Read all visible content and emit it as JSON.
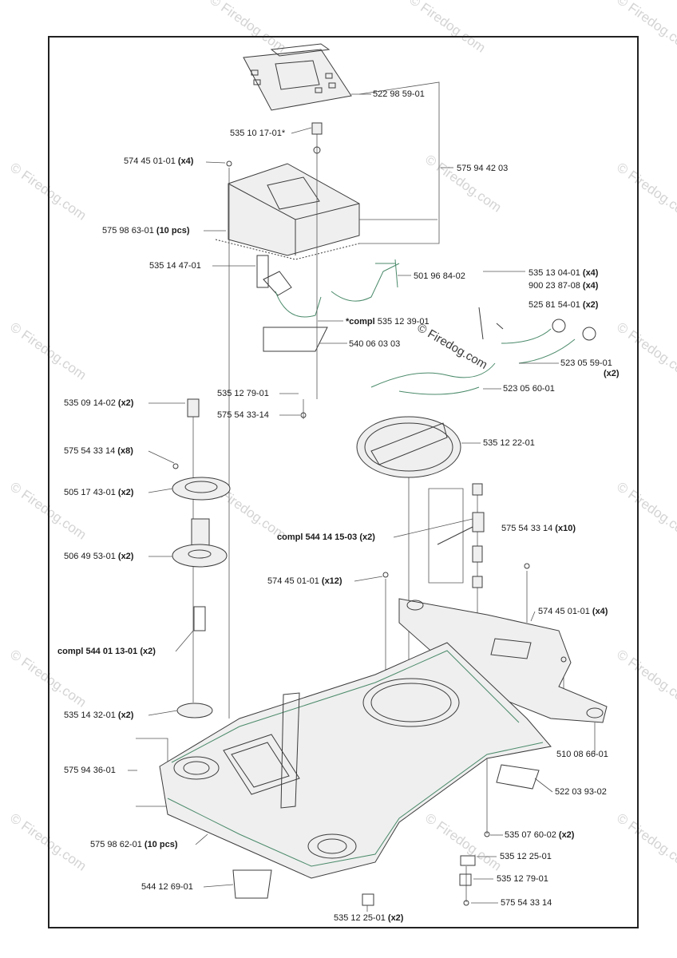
{
  "watermark": "© Firedog.com",
  "labels": [
    {
      "id": "p1",
      "code": "522 98 59-01",
      "qty": ""
    },
    {
      "id": "p2",
      "code": "535 10 17-01*",
      "qty": ""
    },
    {
      "id": "p3",
      "code": "574 45 01-01",
      "qty": "(x4)"
    },
    {
      "id": "p4",
      "code": "575 94 42 03",
      "qty": ""
    },
    {
      "id": "p5",
      "code": "575 98 63-01",
      "qty": "(10 pcs)"
    },
    {
      "id": "p6",
      "code": "535 14 47-01",
      "qty": ""
    },
    {
      "id": "p7",
      "code": "501 96 84-02",
      "qty": ""
    },
    {
      "id": "p8",
      "code": "535 13 04-01",
      "qty": "(x4)"
    },
    {
      "id": "p9",
      "code": "900 23 87-08",
      "qty": "(x4)"
    },
    {
      "id": "p10",
      "code": "525 81 54-01",
      "qty": "(x2)"
    },
    {
      "id": "p11",
      "code": "*compl",
      "code2": "535 12 39-01",
      "qty": ""
    },
    {
      "id": "p12",
      "code": "540 06 03 03",
      "qty": ""
    },
    {
      "id": "p13",
      "code": "523 05 59-01",
      "qty": "(x2)"
    },
    {
      "id": "p14",
      "code": "535 12 79-01",
      "qty": ""
    },
    {
      "id": "p15",
      "code": "523 05 60-01",
      "qty": ""
    },
    {
      "id": "p16",
      "code": "535 09 14-02",
      "qty": "(x2)"
    },
    {
      "id": "p17",
      "code": "575 54 33-14",
      "qty": ""
    },
    {
      "id": "p18",
      "code": "535 12 22-01",
      "qty": ""
    },
    {
      "id": "p19",
      "code": "575 54 33 14",
      "qty": "(x8)"
    },
    {
      "id": "p20",
      "code": "505 17 43-01",
      "qty": "(x2)"
    },
    {
      "id": "p21",
      "code": "compl 544 14 15-03",
      "qty": "(x2)"
    },
    {
      "id": "p22",
      "code": "575 54 33 14",
      "qty": "(x10)"
    },
    {
      "id": "p23",
      "code": "506 49 53-01",
      "qty": "(x2)"
    },
    {
      "id": "p24",
      "code": "574 45 01-01",
      "qty": "(x12)"
    },
    {
      "id": "p25",
      "code": "574 45 01-01",
      "qty": "(x4)"
    },
    {
      "id": "p26",
      "code": "compl 544 01 13-01",
      "qty": "(x2)"
    },
    {
      "id": "p27",
      "code": "535 14 32-01",
      "qty": "(x2)"
    },
    {
      "id": "p28",
      "code": "510 08 66-01",
      "qty": ""
    },
    {
      "id": "p29",
      "code": "575 94 36-01",
      "qty": ""
    },
    {
      "id": "p30",
      "code": "522 03 93-02",
      "qty": ""
    },
    {
      "id": "p31",
      "code": "575 98 62-01",
      "qty": "(10 pcs)"
    },
    {
      "id": "p32",
      "code": "535 07 60-02",
      "qty": "(x2)"
    },
    {
      "id": "p33",
      "code": "535 12 25-01",
      "qty": ""
    },
    {
      "id": "p34",
      "code": "544 12 69-01",
      "qty": ""
    },
    {
      "id": "p35",
      "code": "535 12 79-01",
      "qty": ""
    },
    {
      "id": "p36",
      "code": "575 54 33 14",
      "qty": ""
    },
    {
      "id": "p37",
      "code": "535 12 25-01",
      "qty": "(x2)"
    }
  ],
  "colors": {
    "line": "#555555",
    "part": "#3c3c3c",
    "accent": "#4a8a6a",
    "watermark": "#d4d4d4"
  }
}
